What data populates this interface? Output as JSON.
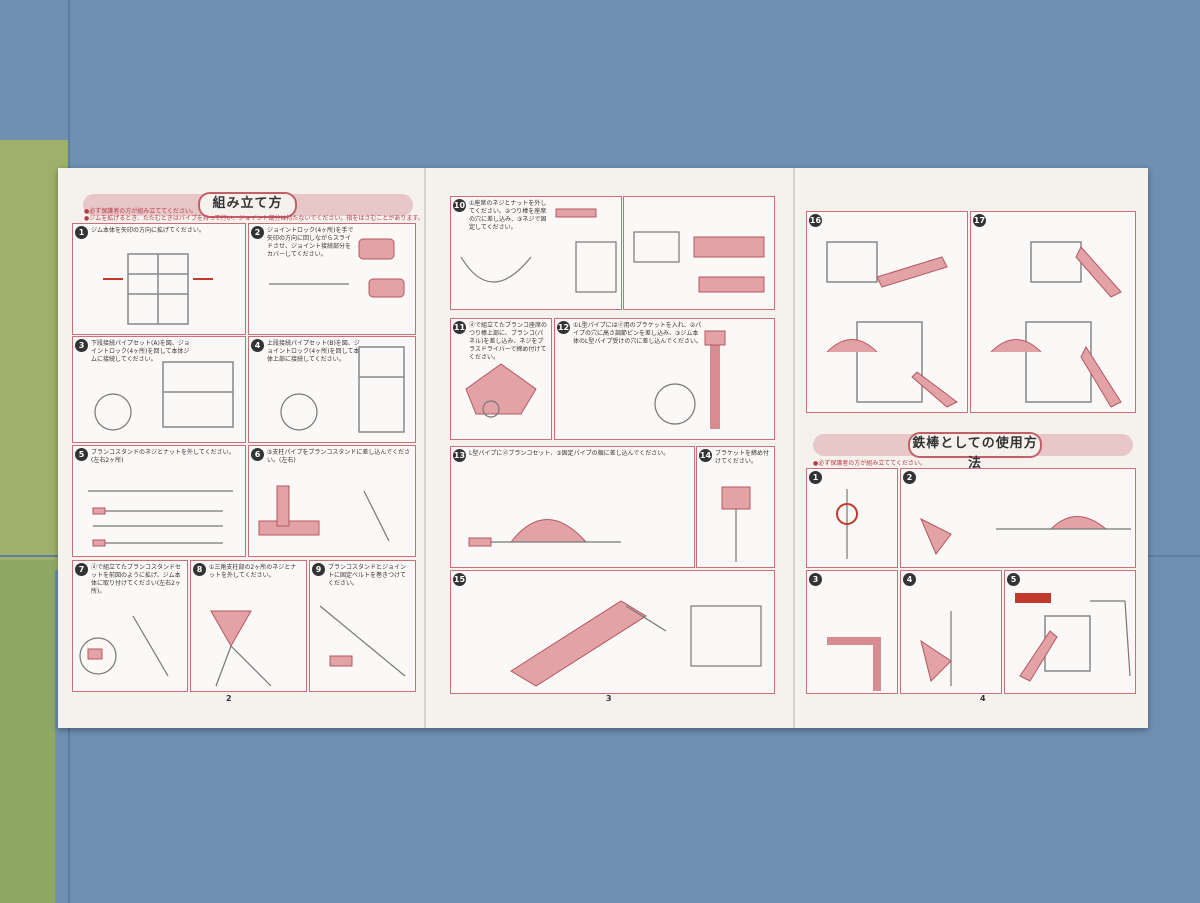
{
  "sections": {
    "assembly_title": "組み立て方",
    "bar_title": "鉄棒としての使用方法"
  },
  "warnings": {
    "w1": "●必ず保護者の方が組み立ててください。",
    "w2": "●ジムを拡げるとき、たたむときはパイプを持って行い、ジョイント部分は持たないでください。指をはさむことがあります。",
    "w3": "●必ず保護者の方が組み立ててください。"
  },
  "panels": [
    {
      "num": "1",
      "text": "ジム本体を矢印の方向に拡げてください。"
    },
    {
      "num": "2",
      "text": "ジョイントロック(4ヶ所)を手で矢印の方向に回しながらスライドさせ、ジョイント接続部分をカバーしてください。"
    },
    {
      "num": "3",
      "text": "下段接続パイプセット(A)を図、ジョイントロック(4ヶ所)を回して本体ジムに接続してください。"
    },
    {
      "num": "4",
      "text": "上段接続パイプセット(B)を図、ジョイントロック(4ヶ所)を回して本体上部に接続してください。"
    },
    {
      "num": "5",
      "text": "ブランコスタンドのネジとナットを外してください。(左右2ヶ所)"
    },
    {
      "num": "6",
      "text": "⑤支柱パイプをブランコスタンドに差し込んでください。(左右)"
    },
    {
      "num": "7",
      "text": "ⓓで組立てたブランコスタンドセットを前図のように拡げ、ジム本体に取り付けてください(左右2ヶ所)。"
    },
    {
      "num": "8",
      "text": "①三角支柱部の2ヶ所のネジとナットを外してください。"
    },
    {
      "num": "9",
      "text": "ブランコスタンドとジョイントに固定ベルトを巻きつけてください。"
    },
    {
      "num": "10",
      "text": "①座席のネジとナットを外してください。②つり棒を座席の穴に差し込み、③ネジで固定してください。"
    },
    {
      "num": "11",
      "text": "ⓓで組立てたブランコ座席のつり棒上部に、ブランコ(パネル)を差し込み、ネジをプラスドライバーで締め付けてください。"
    },
    {
      "num": "12",
      "text": "①L型パイプにはⓔ用のブラケットを入れ、②パイプの穴に高さ調節ピンを差し込み、③ジム本体のL型パイプ受けの穴に差し込んでください。"
    },
    {
      "num": "13",
      "text": "L型パイプにⓓブランコセット、③固定パイプの順に差し込んでください。"
    },
    {
      "num": "14",
      "text": "ブラケットを締め付けてください。"
    },
    {
      "num": "15",
      "text": ""
    },
    {
      "num": "16",
      "text": ""
    },
    {
      "num": "17",
      "text": ""
    },
    {
      "num": "1",
      "text": ""
    },
    {
      "num": "2",
      "text": ""
    },
    {
      "num": "3",
      "text": ""
    },
    {
      "num": "4",
      "text": ""
    },
    {
      "num": "5",
      "text": ""
    }
  ],
  "pages": {
    "p2": "2",
    "p3": "3",
    "p4": "4"
  }
}
